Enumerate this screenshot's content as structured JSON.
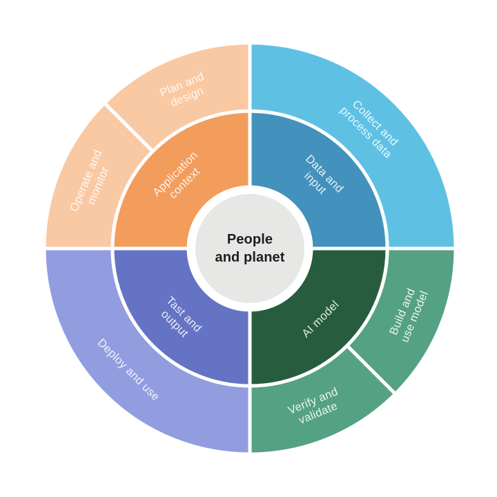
{
  "page": {
    "background": "#ffffff"
  },
  "chart_data": {
    "type": "donut",
    "title": "",
    "divider_color": "#ffffff",
    "label_color": "#ffffff",
    "label_opacity": 0.88,
    "center": {
      "label": "People and planet",
      "label_lines": [
        "People",
        "and planet"
      ],
      "fill": "#e7e7e5",
      "text_color": "#1e1e1e"
    },
    "inner_ring": [
      {
        "label": "Data and input",
        "label_lines": [
          "Data and",
          "input"
        ],
        "start": 0,
        "end": 90,
        "color": "#4292bd"
      },
      {
        "label": "AI model",
        "label_lines": [
          "AI model"
        ],
        "start": 90,
        "end": 180,
        "color": "#285c3f"
      },
      {
        "label": "Tast and output",
        "label_lines": [
          "Tast and",
          "output"
        ],
        "start": 180,
        "end": 270,
        "color": "#6573c4"
      },
      {
        "label": "Application context",
        "label_lines": [
          "Application",
          "context"
        ],
        "start": 270,
        "end": 360,
        "color": "#f29d5c"
      }
    ],
    "outer_ring": [
      {
        "label": "Collect and process data",
        "label_lines": [
          "Collect and",
          "process data"
        ],
        "start": 0,
        "end": 90,
        "color": "#5ec1e4"
      },
      {
        "label": "Build and use model",
        "label_lines": [
          "Build and",
          "use model"
        ],
        "start": 90,
        "end": 135,
        "color": "#55a183"
      },
      {
        "label": "Verify and validate",
        "label_lines": [
          "Verify and",
          "validate"
        ],
        "start": 135,
        "end": 180,
        "color": "#55a183"
      },
      {
        "label": "Deploy and use",
        "label_lines": [
          "Deploy and use"
        ],
        "start": 180,
        "end": 270,
        "color": "#929de0"
      },
      {
        "label": "Operate and monitor",
        "label_lines": [
          "Operate and",
          "monitor"
        ],
        "start": 270,
        "end": 315,
        "color": "#f9c9a3"
      },
      {
        "label": "Plan and design",
        "label_lines": [
          "Plan and",
          "design"
        ],
        "start": 315,
        "end": 360,
        "color": "#f9c9a3"
      }
    ]
  }
}
